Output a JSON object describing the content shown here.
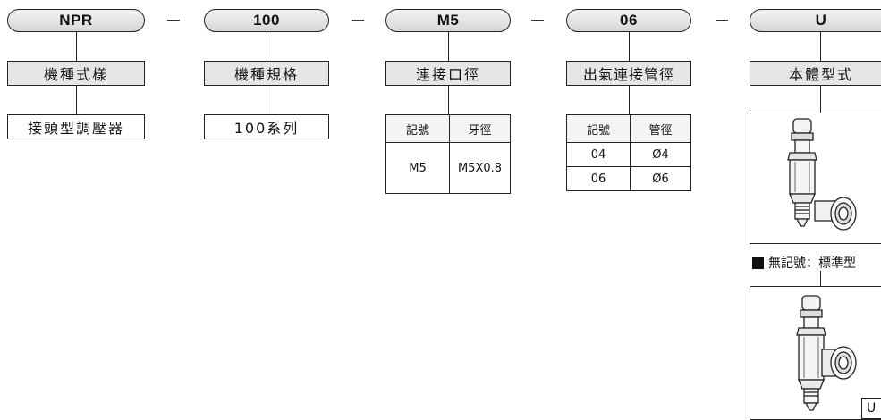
{
  "columns": [
    {
      "code": "NPR",
      "label": "機種式樣",
      "value": "接頭型調壓器"
    },
    {
      "code": "100",
      "label": "機種規格",
      "value": "100系列"
    },
    {
      "code": "M5",
      "label": "連接口徑",
      "table": {
        "headers": [
          "記號",
          "牙徑"
        ],
        "rows": [
          [
            "M5",
            "M5X0.8"
          ]
        ]
      }
    },
    {
      "code": "06",
      "label": "出氣連接管徑",
      "table": {
        "headers": [
          "記號",
          "管徑"
        ],
        "rows": [
          [
            "04",
            "Ø4"
          ],
          [
            "06",
            "Ø6"
          ]
        ]
      }
    },
    {
      "code": "U",
      "label": "本體型式",
      "options": [
        {
          "legend": "無記號：標準型"
        },
        {
          "legend": "U"
        }
      ]
    }
  ]
}
